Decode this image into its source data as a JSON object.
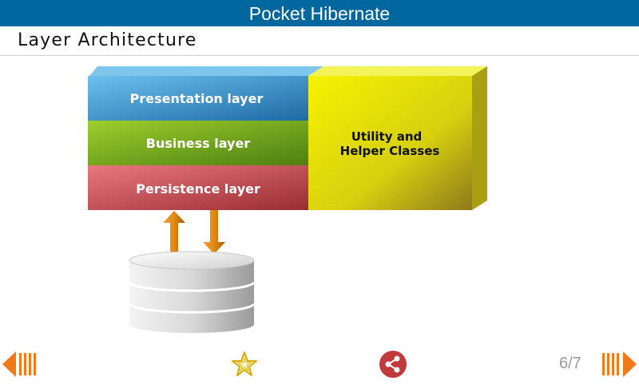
{
  "app": {
    "title": "Pocket Hibernate"
  },
  "page": {
    "title": "Layer Architecture"
  },
  "diagram": {
    "layers": [
      {
        "label": "Presentation layer",
        "color": "#3f92d0"
      },
      {
        "label": "Business layer",
        "color": "#76ad1e"
      },
      {
        "label": "Persistence layer",
        "color": "#c8454e"
      }
    ],
    "utility": {
      "line1": "Utility and",
      "line2": "Helper Classes",
      "color": "#e9e800"
    },
    "arrow_color": "#e5890e"
  },
  "footer": {
    "counter": "6/7",
    "icons": [
      "prev-arrow-icon",
      "star-icon",
      "share-icon",
      "next-arrow-icon"
    ],
    "accent": "#f07a1a",
    "share_color": "#c0393b"
  }
}
